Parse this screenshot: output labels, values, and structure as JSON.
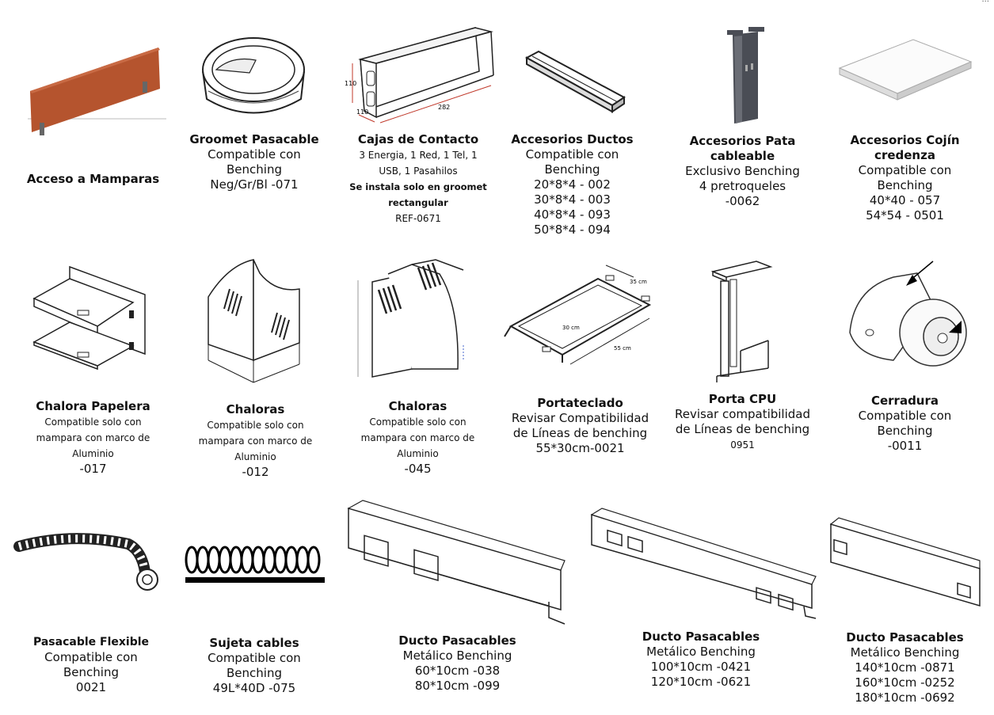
{
  "corner": "...",
  "row1": [
    {
      "title": "Acceso a Mamparas",
      "lines": []
    },
    {
      "title": "Groomet Pasacable",
      "lines": [
        "Compatible con",
        "Benching",
        "Neg/Gr/Bl -071"
      ]
    },
    {
      "title": "Cajas de Contacto",
      "dim_labels": [
        "110",
        "110",
        "282"
      ],
      "small_lines": [
        "3 Energia, 1 Red, 1 Tel, 1",
        "USB, 1 Pasahilos"
      ],
      "bold_small_lines": [
        "Se instala solo en groomet",
        "rectangular"
      ],
      "ref": "REF-0671"
    },
    {
      "title": "Accesorios Ductos",
      "lines": [
        "Compatible con",
        "Benching",
        "20*8*4 - 002",
        "30*8*4 - 003",
        "40*8*4 - 093",
        "50*8*4 - 094"
      ]
    },
    {
      "title_lines": [
        "Accesorios Pata",
        "cableable"
      ],
      "lines": [
        "Exclusivo Benching",
        "4 pretroqueles",
        "-0062"
      ]
    },
    {
      "title_lines": [
        "Accesorios Cojín",
        "credenza"
      ],
      "lines": [
        "Compatible con",
        "Benching",
        "40*40 - 057",
        "54*54 - 0501"
      ]
    }
  ],
  "row2": [
    {
      "title": "Chalora Papelera",
      "small_lines": [
        "Compatible solo con",
        "mampara con marco de",
        "Aluminio"
      ],
      "code": "-017"
    },
    {
      "title": "Chaloras",
      "small_lines": [
        "Compatible solo con",
        "mampara con marco de",
        "Aluminio"
      ],
      "code": "-012"
    },
    {
      "title": "Chaloras",
      "small_lines": [
        "Compatible solo con",
        "mampara con marco de",
        "Aluminio"
      ],
      "code": "-045"
    },
    {
      "title": "Portateclado",
      "dim_labels": [
        "35 cm",
        "30 cm",
        "55 cm"
      ],
      "lines": [
        "Revisar Compatibilidad",
        "de Líneas de benching",
        "55*30cm-0021"
      ]
    },
    {
      "title": "Porta CPU",
      "lines": [
        "Revisar compatibilidad",
        "de Líneas de benching"
      ],
      "code": "0951"
    },
    {
      "title": "Cerradura",
      "lines": [
        "Compatible con",
        "Benching",
        "-0011"
      ]
    }
  ],
  "row3": [
    {
      "title": "Pasacable Flexible",
      "lines": [
        "Compatible con",
        "Benching",
        "0021"
      ]
    },
    {
      "title": "Sujeta cables",
      "lines": [
        "Compatible con",
        "Benching",
        "49L*40D -075"
      ]
    },
    {
      "title": "Ducto Pasacables",
      "lines": [
        "Metálico Benching",
        "60*10cm -038",
        "80*10cm -099"
      ]
    },
    {
      "title": "Ducto Pasacables",
      "lines": [
        "Metálico Benching",
        "100*10cm -0421",
        "120*10cm -0621"
      ]
    },
    {
      "title": "Ducto Pasacables",
      "lines": [
        "Metálico Benching",
        "140*10cm -0871",
        "160*10cm -0252",
        "180*10cm -0692"
      ]
    }
  ],
  "colors": {
    "text": "#111111",
    "panel": "#b5542e",
    "line": "#333333",
    "metal": "#4a4d55"
  },
  "icons": [
    "panel-image",
    "grommet-image",
    "contact-box-image",
    "duct-image",
    "cable-leg-image",
    "cushion-image",
    "paper-tray-image",
    "magazine-holder-image",
    "keyboard-tray-image",
    "cpu-holder-image",
    "lock-image",
    "flexible-cable-image",
    "cable-coil-image",
    "metal-duct-image"
  ]
}
